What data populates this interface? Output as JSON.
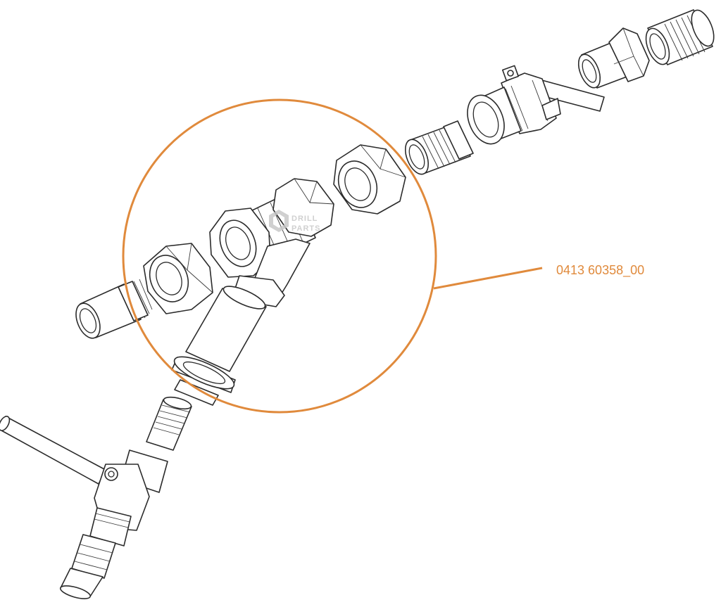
{
  "callout": {
    "part_number": "0413 60358_00",
    "color": "#E08A3C"
  },
  "watermark": {
    "line1": "DRILL",
    "line2": "PARTS",
    "color": "#c8c8c8"
  },
  "icons": [
    "drillparts-logo-icon"
  ]
}
